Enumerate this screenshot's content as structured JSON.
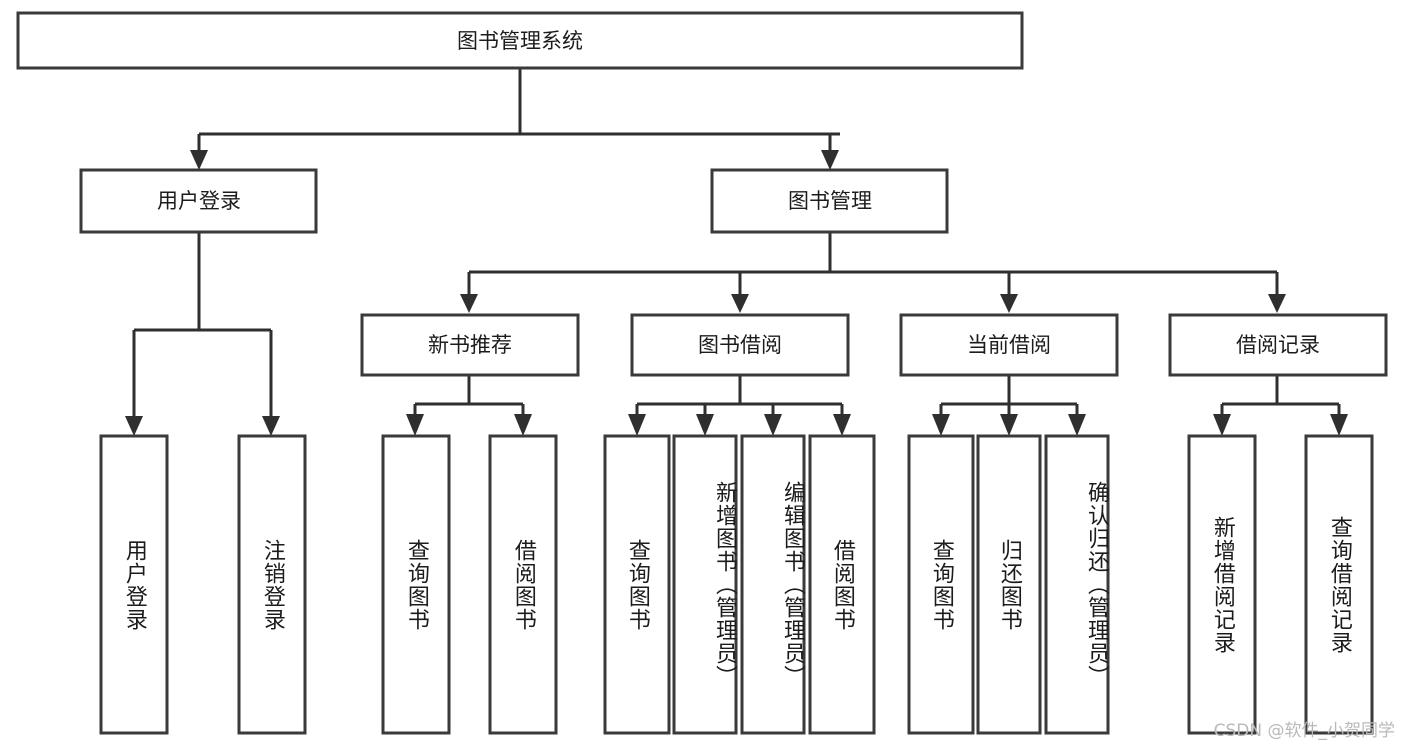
{
  "diagram": {
    "type": "tree-hierarchy",
    "title": "图书管理系统",
    "orientation": "top-down",
    "colors": {
      "box_stroke": "#3a3a3a",
      "box_fill": "#ffffff",
      "connector": "#2f2f2f",
      "text": "#1c1c1c",
      "watermark": "#b9b9b9"
    },
    "levels": {
      "root": {
        "label": "图书管理系统"
      },
      "level2": [
        {
          "id": "user-login",
          "label": "用户登录"
        },
        {
          "id": "book-management",
          "label": "图书管理"
        }
      ],
      "level3": [
        {
          "id": "new-book-recommend",
          "label": "新书推荐",
          "parent": "book-management"
        },
        {
          "id": "book-borrow",
          "label": "图书借阅",
          "parent": "book-management"
        },
        {
          "id": "current-borrow",
          "label": "当前借阅",
          "parent": "book-management"
        },
        {
          "id": "borrow-record",
          "label": "借阅记录",
          "parent": "book-management"
        }
      ],
      "leaves": [
        {
          "id": "leaf-user-login",
          "label": "用户登录",
          "parent": "user-login"
        },
        {
          "id": "leaf-logout",
          "label": "注销登录",
          "parent": "user-login"
        },
        {
          "id": "leaf-query-book-1",
          "label": "查询图书",
          "parent": "new-book-recommend"
        },
        {
          "id": "leaf-borrow-book-1",
          "label": "借阅图书",
          "parent": "new-book-recommend"
        },
        {
          "id": "leaf-query-book-2",
          "label": "查询图书",
          "parent": "book-borrow"
        },
        {
          "id": "leaf-add-book",
          "label": "新增图书（管理员）",
          "parent": "book-borrow"
        },
        {
          "id": "leaf-edit-book",
          "label": "编辑图书（管理员）",
          "parent": "book-borrow"
        },
        {
          "id": "leaf-borrow-book-2",
          "label": "借阅图书",
          "parent": "book-borrow"
        },
        {
          "id": "leaf-query-book-3",
          "label": "查询图书",
          "parent": "current-borrow"
        },
        {
          "id": "leaf-return-book",
          "label": "归还图书",
          "parent": "current-borrow"
        },
        {
          "id": "leaf-confirm-return",
          "label": "确认归还（管理员）",
          "parent": "current-borrow"
        },
        {
          "id": "leaf-add-record",
          "label": "新增借阅记录",
          "parent": "borrow-record"
        },
        {
          "id": "leaf-query-record",
          "label": "查询借阅记录",
          "parent": "borrow-record"
        }
      ]
    }
  },
  "watermark": {
    "text": "CSDN @软件_小贺同学"
  }
}
